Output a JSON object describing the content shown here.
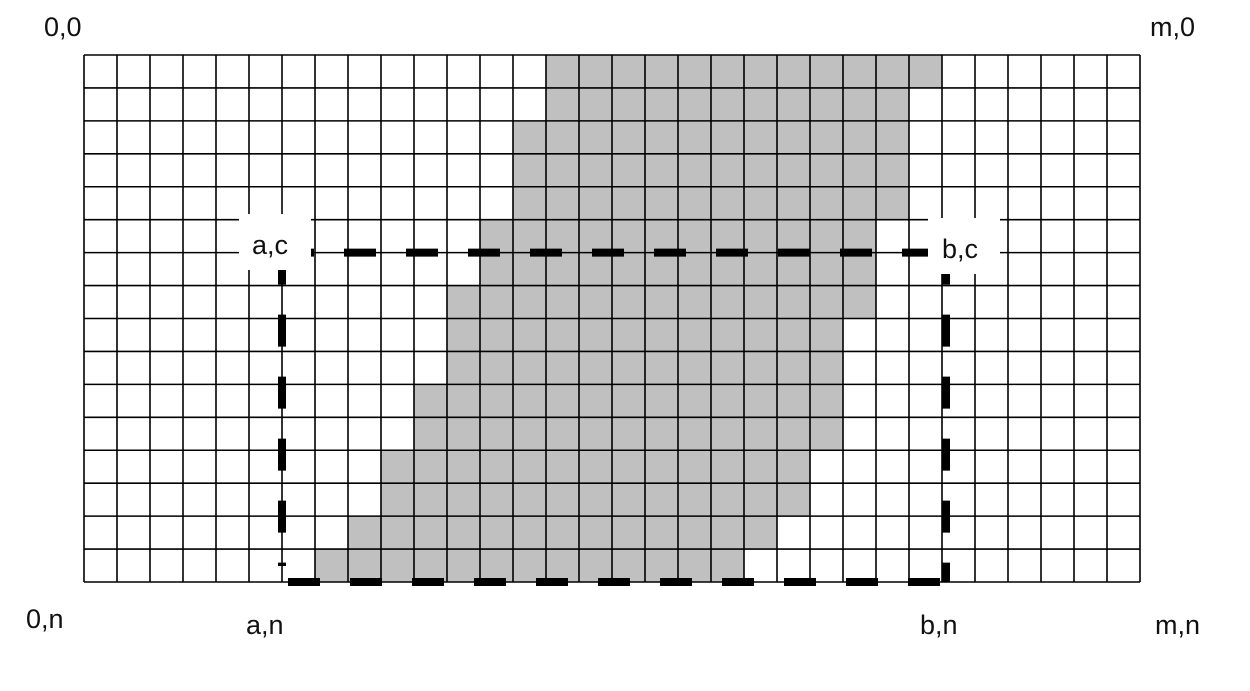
{
  "corner_labels": {
    "top_left": "0,0",
    "top_right": "m,0",
    "bottom_left": "0,n",
    "bottom_right": "m,n"
  },
  "box_labels": {
    "top_left": "a,c",
    "top_right": "b,c",
    "bottom_left": "a,n",
    "bottom_right": "b,n"
  },
  "grid": {
    "columns": 32,
    "rows": 16,
    "filled_color": "#c0c0c0",
    "line_color": "#000000",
    "filled_runs_by_row": [
      [
        14,
        26
      ],
      [
        14,
        25
      ],
      [
        13,
        25
      ],
      [
        13,
        25
      ],
      [
        13,
        25
      ],
      [
        12,
        24
      ],
      [
        12,
        24
      ],
      [
        11,
        24
      ],
      [
        11,
        23
      ],
      [
        11,
        23
      ],
      [
        10,
        23
      ],
      [
        10,
        23
      ],
      [
        9,
        22
      ],
      [
        9,
        22
      ],
      [
        8,
        21
      ],
      [
        7,
        20
      ]
    ]
  },
  "bounding_box": {
    "col_start": 6,
    "col_end": 26,
    "row_start": 6,
    "row_end": 16,
    "style": "dashed",
    "color": "#000000"
  }
}
